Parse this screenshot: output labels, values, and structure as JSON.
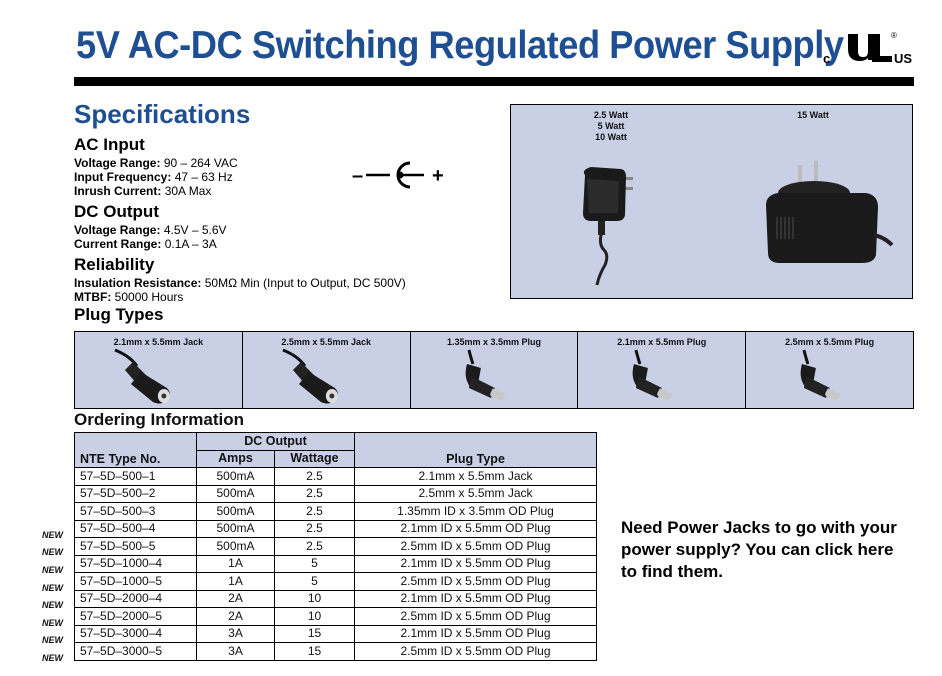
{
  "title": "5V AC-DC Switching Regulated Power Supply",
  "ul_mark": {
    "c": "c",
    "us": "US",
    "logo": "UL"
  },
  "specs_heading": "Specifications",
  "ac_input": {
    "heading": "AC Input",
    "lines": [
      {
        "label": "Voltage Range:",
        "value": "90 – 264 VAC"
      },
      {
        "label": "Input Frequency:",
        "value": "47 – 63 Hz"
      },
      {
        "label": "Inrush Current:",
        "value": "30A Max"
      }
    ]
  },
  "dc_output": {
    "heading": "DC Output",
    "lines": [
      {
        "label": "Voltage Range:",
        "value": "4.5V – 5.6V"
      },
      {
        "label": "Current Range:",
        "value": "0.1A – 3A"
      }
    ]
  },
  "reliability": {
    "heading": "Reliability",
    "lines": [
      {
        "label": "Insulation Resistance:",
        "value": "50MΩ Min (Input to Output, DC 500V)"
      },
      {
        "label": "MTBF:",
        "value": "50000 Hours"
      }
    ]
  },
  "polarity": {
    "minus": "–",
    "plus": "+"
  },
  "photo": {
    "small_labels": [
      "2.5 Watt",
      "5 Watt",
      "10 Watt"
    ],
    "large_label": "15 Watt"
  },
  "plug_types_heading": "Plug Types",
  "plug_types": [
    {
      "label": "2.1mm x 5.5mm Jack",
      "kind": "jack"
    },
    {
      "label": "2.5mm x 5.5mm Jack",
      "kind": "jack"
    },
    {
      "label": "1.35mm x 3.5mm Plug",
      "kind": "plug"
    },
    {
      "label": "2.1mm x 5.5mm Plug",
      "kind": "plug"
    },
    {
      "label": "2.5mm x 5.5mm Plug",
      "kind": "plug"
    }
  ],
  "ordering_heading": "Ordering Information",
  "table": {
    "group_header": "DC Output",
    "headers": {
      "type": "NTE Type No.",
      "amps": "Amps",
      "wattage": "Wattage",
      "plug": "Plug Type"
    },
    "rows": [
      {
        "new": "",
        "type": "57–5D–500–1",
        "amps": "500mA",
        "wattage": "2.5",
        "plug": "2.1mm x 5.5mm Jack"
      },
      {
        "new": "",
        "type": "57–5D–500–2",
        "amps": "500mA",
        "wattage": "2.5",
        "plug": "2.5mm x 5.5mm Jack"
      },
      {
        "new": "",
        "type": "57–5D–500–3",
        "amps": "500mA",
        "wattage": "2.5",
        "plug": "1.35mm ID x 3.5mm OD Plug"
      },
      {
        "new": "NEW",
        "type": "57–5D–500–4",
        "amps": "500mA",
        "wattage": "2.5",
        "plug": "2.1mm ID x 5.5mm OD Plug"
      },
      {
        "new": "NEW",
        "type": "57–5D–500–5",
        "amps": "500mA",
        "wattage": "2.5",
        "plug": "2.5mm ID x 5.5mm OD Plug"
      },
      {
        "new": "NEW",
        "type": "57–5D–1000–4",
        "amps": "1A",
        "wattage": "5",
        "plug": "2.1mm ID x 5.5mm OD Plug"
      },
      {
        "new": "NEW",
        "type": "57–5D–1000–5",
        "amps": "1A",
        "wattage": "5",
        "plug": "2.5mm ID x 5.5mm OD Plug"
      },
      {
        "new": "NEW",
        "type": "57–5D–2000–4",
        "amps": "2A",
        "wattage": "10",
        "plug": "2.1mm ID x 5.5mm OD Plug"
      },
      {
        "new": "NEW",
        "type": "57–5D–2000–5",
        "amps": "2A",
        "wattage": "10",
        "plug": "2.5mm ID x 5.5mm OD Plug"
      },
      {
        "new": "NEW",
        "type": "57–5D–3000–4",
        "amps": "3A",
        "wattage": "15",
        "plug": "2.1mm ID x 5.5mm OD Plug"
      },
      {
        "new": "NEW",
        "type": "57–5D–3000–5",
        "amps": "3A",
        "wattage": "15",
        "plug": "2.5mm ID x 5.5mm OD Plug"
      }
    ]
  },
  "promo_text": "Need Power Jacks to go with your power supply? You can click here to find them."
}
